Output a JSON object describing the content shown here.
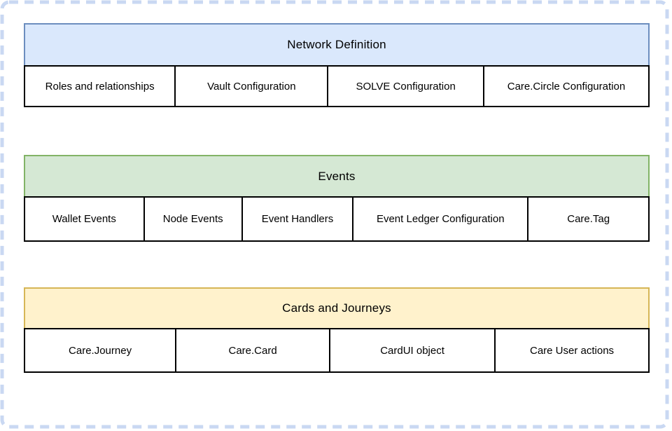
{
  "diagram": {
    "frame": {
      "border_color": "#c9d8f2",
      "background_color": "#ffffff"
    },
    "sections": [
      {
        "title": "Network Definition",
        "fill": "#dae8fc",
        "border": "#6c8ebf",
        "cells": [
          {
            "label": "Roles and relationships"
          },
          {
            "label": "Vault Configuration"
          },
          {
            "label": "SOLVE Configuration"
          },
          {
            "label": "Care.Circle Configuration"
          }
        ]
      },
      {
        "title": "Events",
        "fill": "#d5e8d4",
        "border": "#82b366",
        "cells": [
          {
            "label": "Wallet Events"
          },
          {
            "label": "Node Events"
          },
          {
            "label": "Event Handlers"
          },
          {
            "label": "Event Ledger Configuration"
          },
          {
            "label": "Care.Tag"
          }
        ]
      },
      {
        "title": "Cards and Journeys",
        "fill": "#fff2cc",
        "border": "#d6b656",
        "cells": [
          {
            "label": "Care.Journey"
          },
          {
            "label": "Care.Card"
          },
          {
            "label": "CardUI object"
          },
          {
            "label": "Care User actions"
          }
        ]
      }
    ]
  }
}
